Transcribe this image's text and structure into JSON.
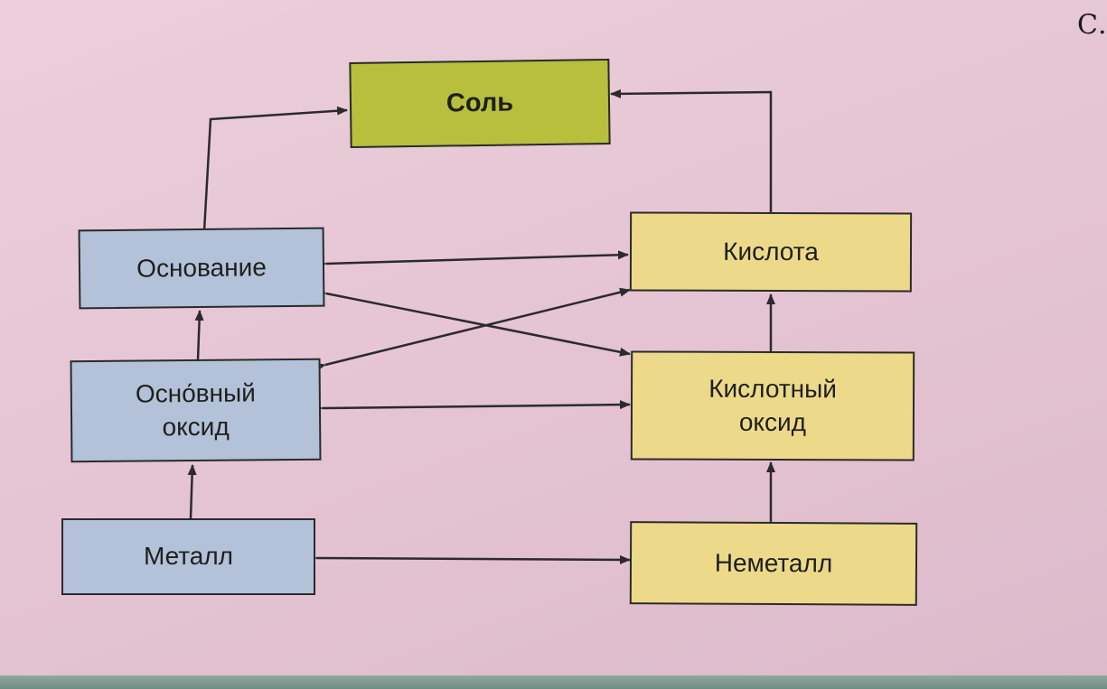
{
  "corner_text": "С.",
  "nodes": {
    "salt": "Соль",
    "base": "Основание",
    "acid": "Кислота",
    "basic_oxide": "Осно́вный\nоксид",
    "acidic_oxide": "Кислотный\nоксид",
    "metal": "Металл",
    "nonmetal": "Неметалл"
  },
  "colors": {
    "salt_fill": "#b7bf3c",
    "metal_side_fill": "#b3c2d8",
    "nonmetal_side_fill": "#ecd98a",
    "line": "#2b2b2b"
  }
}
